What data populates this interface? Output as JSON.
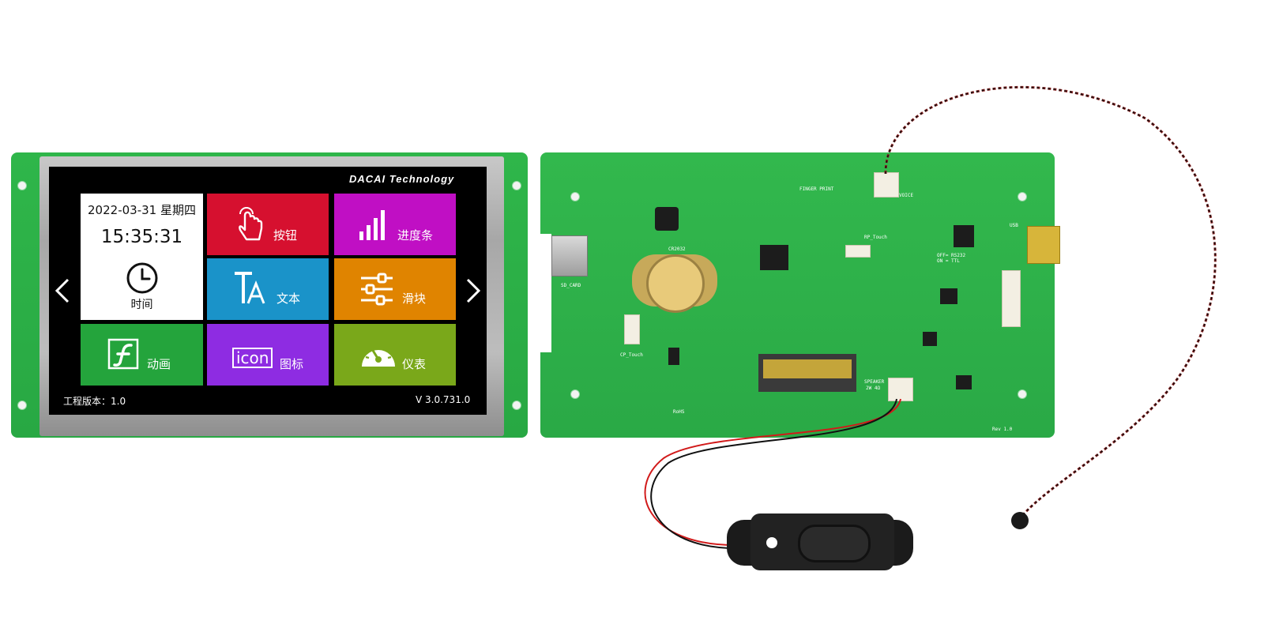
{
  "screen": {
    "brand": "DACAI Technology",
    "date": "2022-03-31 星期四",
    "time": "15:35:31",
    "clock_label": "时间",
    "tiles": [
      {
        "label": "按钮",
        "icon": "hand-touch-icon",
        "color": "#d6102f"
      },
      {
        "label": "进度条",
        "icon": "bar-chart-icon",
        "color": "#c00fc4"
      },
      {
        "label": "文本",
        "icon": "text-icon",
        "color": "#1a93c9"
      },
      {
        "label": "滑块",
        "icon": "slider-icon",
        "color": "#e08400"
      },
      {
        "label": "动画",
        "icon": "flash-icon",
        "color": "#24a43c"
      },
      {
        "label": "图标",
        "icon": "icon-label-icon",
        "icon_text": "icon",
        "color": "#8e2ce2"
      },
      {
        "label": "仪表",
        "icon": "gauge-icon",
        "color": "#7aa81a"
      }
    ],
    "footer_left": "工程版本：1.0",
    "footer_right": "V  3.0.731.0"
  },
  "board": {
    "silkscreen": [
      "FINGER PRINT",
      "VOICE",
      "RP_Touch",
      "CR2032",
      "SD_CARD",
      "USB",
      "OFF= RS232",
      "ON = TTL",
      "CP_Touch",
      "SPEAKER",
      "2W 4Ω",
      "RoHS",
      "Rev 1.0"
    ]
  },
  "colors": {
    "pcb": "#2faf49",
    "screen_bg": "#000000",
    "bezel": "#b3b3b3"
  }
}
